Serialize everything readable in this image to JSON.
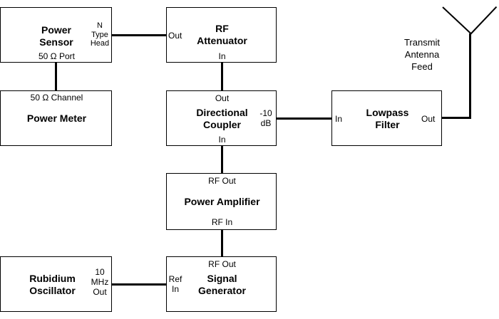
{
  "blocks": {
    "power_sensor": {
      "title": [
        "Power",
        "Sensor"
      ],
      "connector": [
        "N",
        "Type",
        "Head"
      ],
      "port_bottom": "50 Ω Port"
    },
    "rf_attenuator": {
      "title": [
        "RF",
        "Attenuator"
      ],
      "port_out": "Out",
      "port_in": "In"
    },
    "power_meter": {
      "title": "Power Meter",
      "port_top": "50 Ω Channel"
    },
    "directional_coupler": {
      "title": [
        "Directional",
        "Coupler"
      ],
      "port_out": "Out",
      "port_in": "In",
      "coupling": [
        "-10",
        "dB"
      ]
    },
    "lowpass_filter": {
      "title": [
        "Lowpass",
        "Filter"
      ],
      "port_in": "In",
      "port_out": "Out"
    },
    "power_amplifier": {
      "title": "Power Amplifier",
      "port_out": "RF Out",
      "port_in": "RF In"
    },
    "rubidium_oscillator": {
      "title": [
        "Rubidium",
        "Oscillator"
      ],
      "port_out": [
        "10",
        "MHz",
        "Out"
      ]
    },
    "signal_generator": {
      "title": [
        "Signal",
        "Generator"
      ],
      "port_out": "RF Out",
      "port_ref": [
        "Ref",
        "In"
      ]
    }
  },
  "antenna": {
    "label": [
      "Transmit",
      "Antenna",
      "Feed"
    ]
  }
}
